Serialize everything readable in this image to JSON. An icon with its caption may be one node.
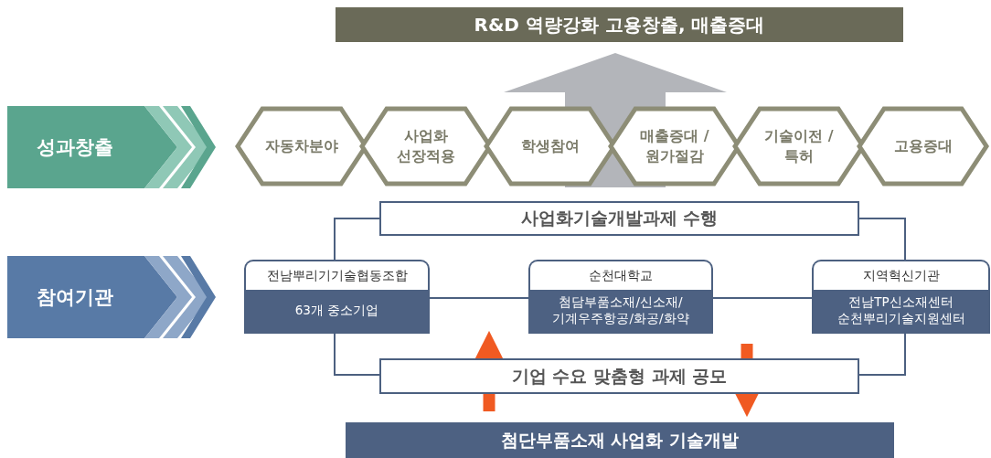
{
  "diagram": {
    "nodes": [
      {
        "text": [
          "R&D 역량강화 고용창출, 매출증대"
        ]
      },
      {
        "text": [
          "성과창출"
        ]
      },
      {
        "text": [
          "참여기관"
        ]
      },
      {
        "text": [
          "자동차분야"
        ]
      },
      {
        "text": [
          "사업화 선장적용"
        ]
      },
      {
        "text": [
          "학생참여"
        ]
      },
      {
        "text": [
          "매출증대 /원가절감"
        ]
      },
      {
        "text": [
          "기술이전 /특허"
        ]
      },
      {
        "text": [
          "고용증대"
        ]
      },
      {
        "text": [
          "사업화기술개발과제 수행"
        ]
      },
      {
        "text": [
          "전남뿌리기기술협동조합",
          "63개 중소기업"
        ]
      },
      {
        "text": [
          "순천대학교",
          "첨담부품소재/신소재/ 기계우주항공/화공/화약"
        ]
      },
      {
        "text": [
          "지역혁신기관",
          "전남TP신소재센터 순천뿌리기술지원센터"
        ]
      },
      {
        "text": [
          "기업 수요 맞춤형 과제 공모"
        ]
      },
      {
        "text": [
          "첨단부품소재 사업화 기술개발"
        ]
      }
    ],
    "edges": [
      {
        "from": 10,
        "to": 11,
        "arrow": "none"
      },
      {
        "from": 11,
        "to": 12,
        "arrow": "none"
      },
      {
        "from": 10,
        "to": 9,
        "arrow": "none"
      },
      {
        "from": 12,
        "to": 9,
        "arrow": "none"
      },
      {
        "from": 10,
        "to": 13,
        "arrow": "none"
      },
      {
        "from": 12,
        "to": 13,
        "arrow": "none"
      },
      {
        "from": null,
        "to": 0,
        "arrow": "to",
        "style": "thick",
        "color": "#b3b5ba"
      },
      {
        "from": 14,
        "to": 13,
        "arrow": "to",
        "style": "thick",
        "color": "#f05a22"
      },
      {
        "from": null,
        "to": 14,
        "arrow": "to",
        "style": "thick",
        "color": "#f05a22"
      }
    ]
  }
}
